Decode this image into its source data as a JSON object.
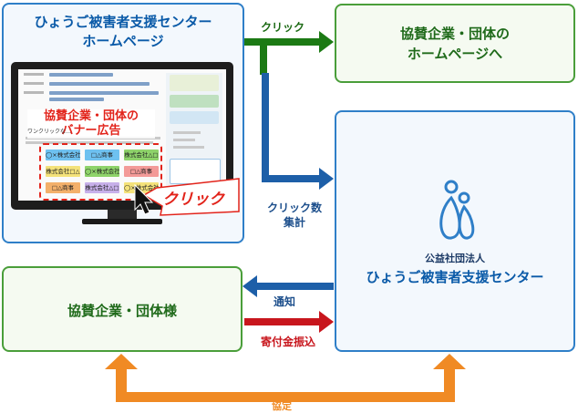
{
  "site_box": {
    "title_lines": [
      "ひょうご被害者支援センター",
      "ホームページ"
    ]
  },
  "monitor": {
    "banner_heading_lines": [
      "協賛企業・団体の",
      "バナー広告"
    ],
    "small_caption": "ワンクリックな…",
    "click_label": "クリック",
    "banners": [
      {
        "label": "◯×株式会社",
        "color": "#6ec1f0"
      },
      {
        "label": "□△商事",
        "color": "#6ec1f0"
      },
      {
        "label": "株式会社△□",
        "color": "#8ed36a"
      },
      {
        "label": "株式会社□△",
        "color": "#f4e27a"
      },
      {
        "label": "◯×株式会社",
        "color": "#8ed36a"
      },
      {
        "label": "□△商事",
        "color": "#f39a98"
      },
      {
        "label": "□△商事",
        "color": "#f3b06a"
      },
      {
        "label": "株式会社△□",
        "color": "#c7b0ea"
      },
      {
        "label": "◯×株式会社",
        "color": "#f4e27a"
      }
    ]
  },
  "sponsor_hp_box": {
    "title_lines": [
      "協賛企業・団体の",
      "ホームページへ"
    ]
  },
  "org_box": {
    "subtitle": "公益社団法人",
    "name": "ひょうご被害者支援センター"
  },
  "sponsor_box": {
    "title": "協賛企業・団体様"
  },
  "arrows": {
    "click_label": "クリック",
    "count_label_lines": [
      "クリック数",
      "集計"
    ],
    "notice_label": "通知",
    "donation_label": "寄付金振込",
    "agreement_label": "協定"
  },
  "colors": {
    "blue": "#2f7fc8",
    "green": "#4a9e3a",
    "arrow_green": "#1c7a14",
    "arrow_blue": "#1d5fa8",
    "arrow_red": "#c8161d",
    "arrow_orange": "#f08a24",
    "accent_red": "#e2231a"
  }
}
